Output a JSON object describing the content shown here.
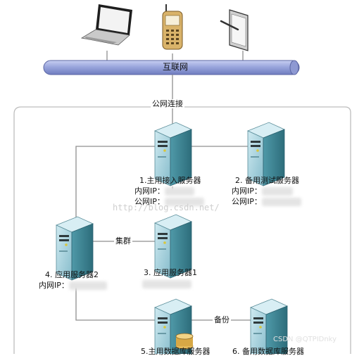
{
  "network": {
    "internet_label": "互联网",
    "public_link_label": "公网连接",
    "cluster_label": "集群",
    "backup_label": "备份"
  },
  "servers": {
    "main_access": {
      "title": "1.主用接入服务器",
      "lan_ip": "内网IP：",
      "wan_ip": "公网IP："
    },
    "backup_test": {
      "title": "2. 备用测试服务器",
      "lan_ip": "内网IP：",
      "wan_ip": "公网IP："
    },
    "app3": {
      "title": "3. 应用服务器1"
    },
    "app4": {
      "title": "4. 应用服务器2",
      "lan_ip": "内网IP："
    },
    "db_main": {
      "title": "5.主用数据库服务器"
    },
    "db_backup": {
      "title": "6. 备用数据库服务器"
    }
  },
  "watermarks": {
    "blog": "http://blog.csdn.net/",
    "csdn": "CSDN @QTPIDnky"
  },
  "colors": {
    "bus": "#9aa6dc",
    "server_side": "#3a8292",
    "server_front": "#9fcfd9",
    "line": "#8f8f8f",
    "frame": "#bdbdbd"
  },
  "icons": [
    "laptop-icon",
    "mobile-phone-icon",
    "tablet-icon",
    "server-icon",
    "database-server-icon"
  ]
}
